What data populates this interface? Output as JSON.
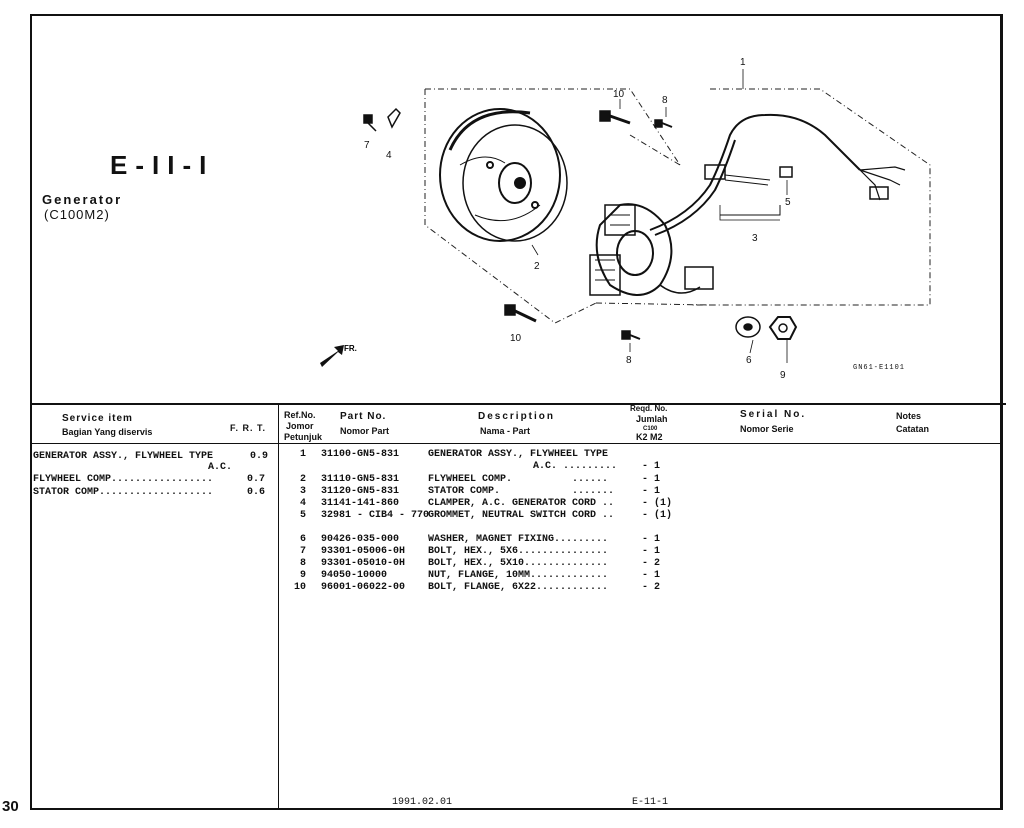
{
  "page_number": "30",
  "section_code": "E-II-I",
  "title": "Generator",
  "model": "(C100M2)",
  "diagram_code": "GN61-E1101",
  "front_marker": "FR.",
  "callouts": [
    "1",
    "2",
    "3",
    "4",
    "5",
    "6",
    "7",
    "8",
    "9",
    "10",
    "8",
    "10"
  ],
  "service_table": {
    "header_service": "Service item",
    "header_service_sub": "Bagian Yang diservis",
    "header_frt": "F. R. T.",
    "rows": [
      {
        "item": "GENERATOR ASSY., FLYWHEEL TYPE",
        "item2": "A.C.",
        "frt": "0.9"
      },
      {
        "item": "FLYWHEEL COMP.................",
        "frt": "0.7"
      },
      {
        "item": "STATOR COMP...................",
        "frt": "0.6"
      }
    ]
  },
  "parts_table": {
    "headers": {
      "ref": "Ref.No.",
      "ref_sub1": "Jomor",
      "ref_sub2": "Petunjuk",
      "part": "Part No.",
      "part_sub": "Nomor Part",
      "desc": "Description",
      "desc_sub": "Nama - Part",
      "req": "Reqd. No.",
      "req_sub1": "Jumlah",
      "req_sub2": "C100",
      "req_sub3": "K2 M2",
      "serial": "Serial No.",
      "serial_sub": "Nomor Serie",
      "notes": "Notes",
      "notes_sub": "Catatan"
    },
    "rows": [
      {
        "ref": "1",
        "part": "31100-GN5-831",
        "desc": "GENERATOR ASSY., FLYWHEEL TYPE",
        "desc2": "A.C. .........",
        "qty": "- 1"
      },
      {
        "ref": "2",
        "part": "31110-GN5-831",
        "desc": "FLYWHEEL COMP.          ......",
        "qty": "- 1"
      },
      {
        "ref": "3",
        "part": "31120-GN5-831",
        "desc": "STATOR COMP.            .......",
        "qty": "- 1"
      },
      {
        "ref": "4",
        "part": "31141-141-860",
        "desc": "CLAMPER, A.C. GENERATOR CORD ..",
        "qty": "- (1)"
      },
      {
        "ref": "5",
        "part": "32981 - CIB4 - 770",
        "desc": "GROMMET, NEUTRAL SWITCH CORD ..",
        "qty": "- (1)"
      },
      {
        "ref": "6",
        "part": "90426-035-000",
        "desc": "WASHER, MAGNET FIXING.........",
        "qty": "- 1"
      },
      {
        "ref": "7",
        "part": "93301-05006-0H",
        "desc": "BOLT, HEX., 5X6...............",
        "qty": "- 1"
      },
      {
        "ref": "8",
        "part": "93301-05010-0H",
        "desc": "BOLT, HEX., 5X10..............",
        "qty": "- 2"
      },
      {
        "ref": "9",
        "part": "94050-10000",
        "desc": "NUT, FLANGE, 10MM.............",
        "qty": "- 1"
      },
      {
        "ref": "10",
        "part": "96001-06022-00",
        "desc": "BOLT, FLANGE, 6X22............",
        "qty": "- 2"
      }
    ]
  },
  "footer": {
    "date": "1991.02.01",
    "code": "E-11-1"
  }
}
